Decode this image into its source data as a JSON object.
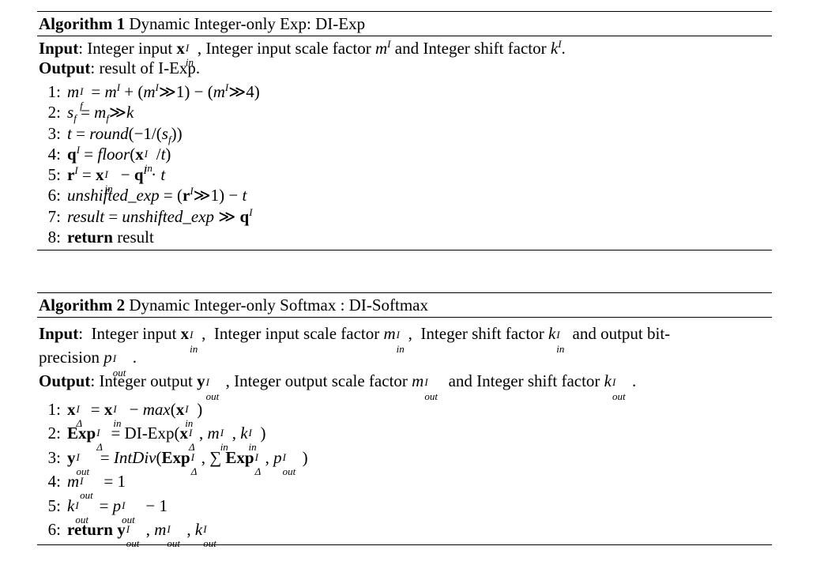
{
  "algorithm1": {
    "label": "Algorithm 1",
    "title": "Dynamic Integer-only Exp: DI-Exp",
    "input_label": "Input",
    "input_text": ": Integer input x^I_in, Integer input scale factor m^I and Integer shift factor k^I.",
    "output_label": "Output",
    "output_text": ": result of I-Exp.",
    "steps": [
      {
        "n": "1:",
        "text": "m^I_f = m^I + (m^I ≫1) − (m^I ≫4)"
      },
      {
        "n": "2:",
        "text": "s_f = m_f ≫k"
      },
      {
        "n": "3:",
        "text": "t = round(−1/(s_f))"
      },
      {
        "n": "4:",
        "text": "q^I = floor(x^I_in/t)"
      },
      {
        "n": "5:",
        "text": "r^I = x^I_in − q^I · t"
      },
      {
        "n": "6:",
        "text": "unshifted_exp = (r^I ≫1) − t"
      },
      {
        "n": "7:",
        "text": "result = unshifted_exp ≫ q^I"
      },
      {
        "n": "8:",
        "text": "return result"
      }
    ]
  },
  "algorithm2": {
    "label": "Algorithm 2",
    "title": "Dynamic Integer-only Softmax : DI-Softmax",
    "input_label": "Input",
    "input_text": ": Integer input x^I_in, Integer input scale factor m^I_in, Integer shift factor k^I_in and output bit-precision p^I_out.",
    "output_label": "Output",
    "output_text": ": Integer output y^I_out, Integer output scale factor m^I_out and Integer shift factor k^I_out.",
    "steps": [
      {
        "n": "1:",
        "text": "x^I_Δ = x^I_in − max(x^I_in)"
      },
      {
        "n": "2:",
        "text": "Exp^I_Δ = DI-Exp(x^I_Δ, m^I_in, k^I_in)"
      },
      {
        "n": "3:",
        "text": "y^I_out = IntDiv(Exp^I_Δ, ∑ Exp^I_Δ, p^I_out)"
      },
      {
        "n": "4:",
        "text": "m^I_out = 1"
      },
      {
        "n": "5:",
        "text": "k^I_out = p^I_out − 1"
      },
      {
        "n": "6:",
        "text": "return y^I_out, m^I_out, k^I_out"
      }
    ]
  }
}
